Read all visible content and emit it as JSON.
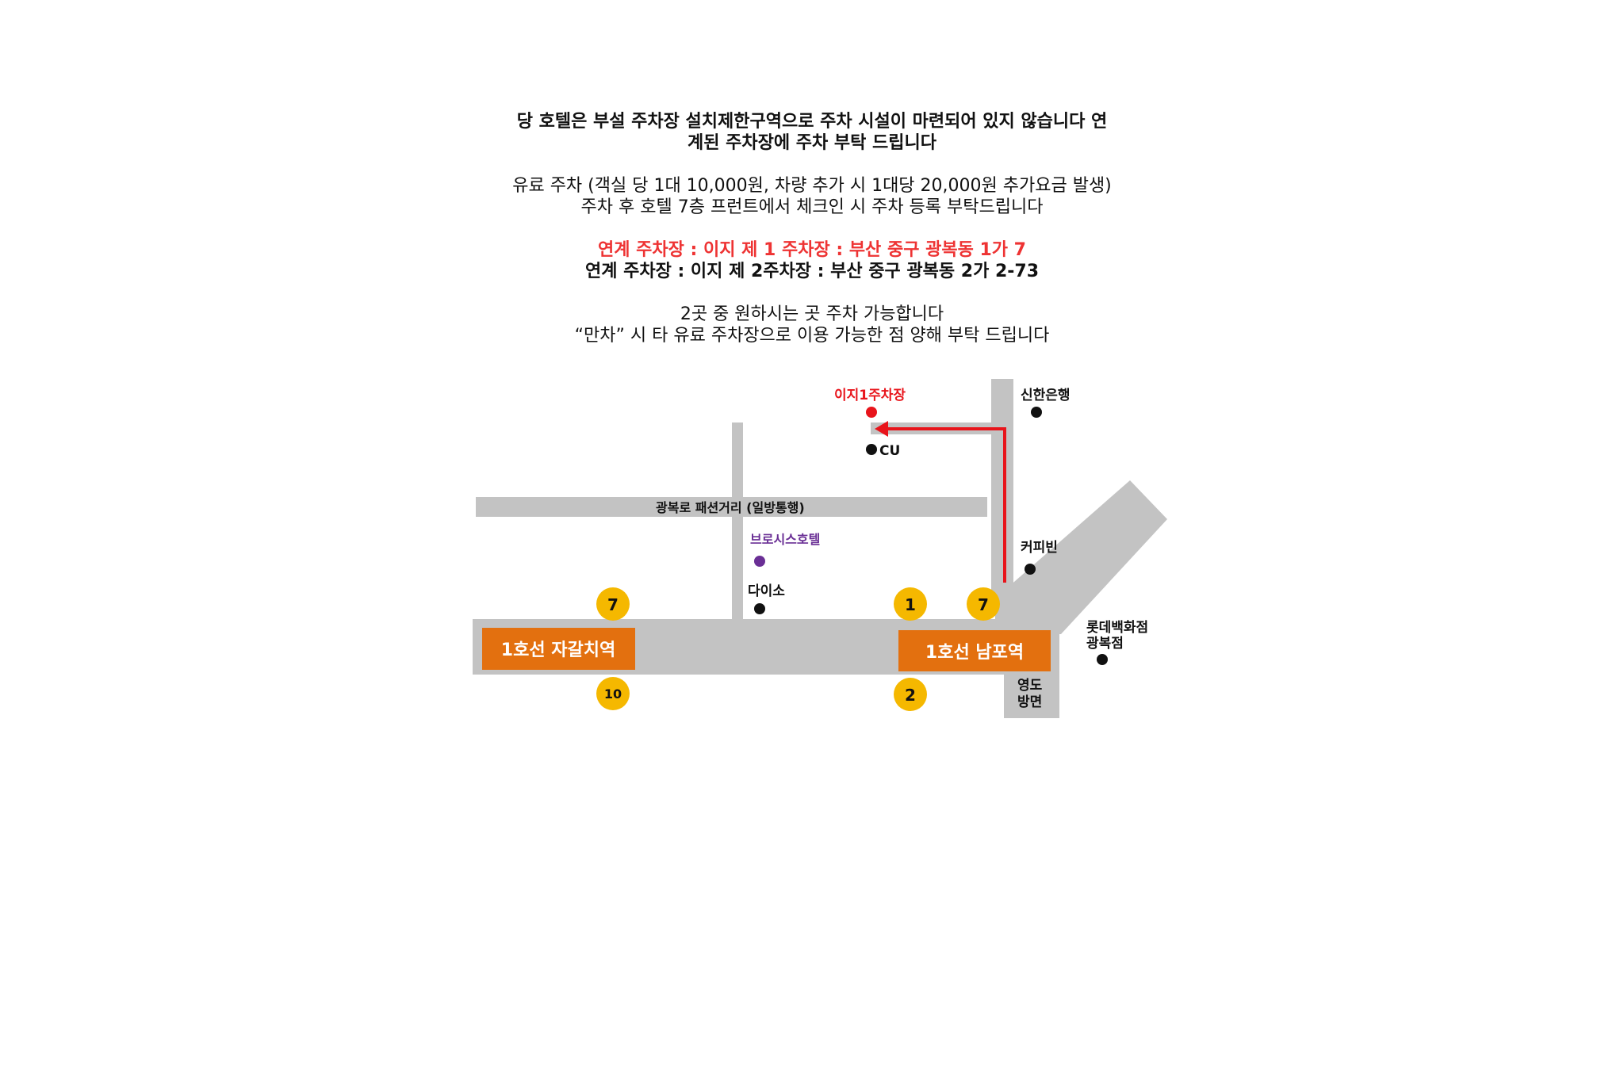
{
  "notice": {
    "line1": "당 호텔은 부설 주차장 설치제한구역으로 주차 시설이 마련되어 있지 않습니다 연",
    "line2": "계된 주차장에 주차 부탁 드립니다",
    "line3": "유료 주차 (객실 당 1대 10,000원, 차량 추가 시 1대당 20,000원 추가요금 발생)",
    "line4": "주차 후 호텔 7층 프런트에서 체크인 시 주차 등록 부탁드립니다",
    "line5": "연계 주차장 : 이지 제 1 주차장 : 부산 중구 광복동 1가 7",
    "line6": "연계 주차장 : 이지 제 2주차장 : 부산 중구 광복동 2가 2-73",
    "line7": "2곳 중 원하시는 곳 주차 가능합니다",
    "line8": "“만차” 시 타 유료 주차장으로 이용 가능한 점 양해 부탁 드립니다"
  },
  "map": {
    "parking": "이지1주차장",
    "bank": "신한은행",
    "cu": "CU",
    "street": "광복로 패션거리 (일방통행)",
    "hotel": "브로시스호텔",
    "daiso": "다이소",
    "cafe": "커피빈",
    "lotte_line1": "롯데백화점",
    "lotte_line2": "광복점",
    "yeongdo_line1": "영도",
    "yeongdo_line2": "방면",
    "station_jagalchi": "1호선 자갈치역",
    "station_nampo": "1호선 남포역",
    "exit_jagalchi_top": "7",
    "exit_jagalchi_bottom": "10",
    "exit_nampo_1": "1",
    "exit_nampo_7": "7",
    "exit_nampo_2": "2"
  },
  "colors": {
    "road": "#c3c3c3",
    "station": "#e3700f",
    "exit": "#f5b800",
    "route": "#e8141b",
    "hotel": "#6a2f95",
    "highlight": "#ee3333"
  }
}
